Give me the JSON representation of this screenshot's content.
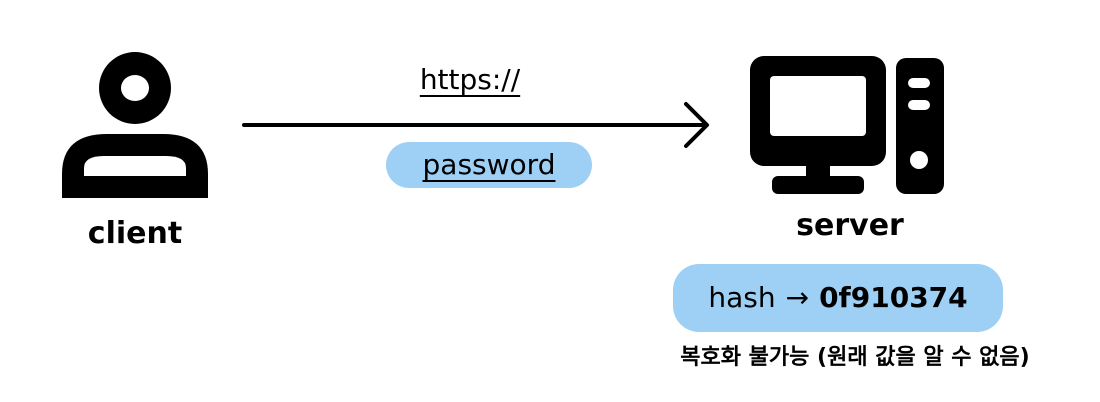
{
  "client": {
    "label": "client",
    "icon": "user-icon"
  },
  "connection": {
    "protocol": "https://",
    "payload": "password",
    "arrow_icon": "arrow-right-icon"
  },
  "server": {
    "label": "server",
    "icon": "desktop-computer-icon",
    "hash": {
      "prefix": "hash",
      "arrow": "→",
      "value": "0f910374",
      "note": "복호화 불가능 (원래 값을 알 수 없음)"
    }
  },
  "colors": {
    "pill": "#9ed0f6",
    "ink": "#000000",
    "background": "#ffffff"
  }
}
